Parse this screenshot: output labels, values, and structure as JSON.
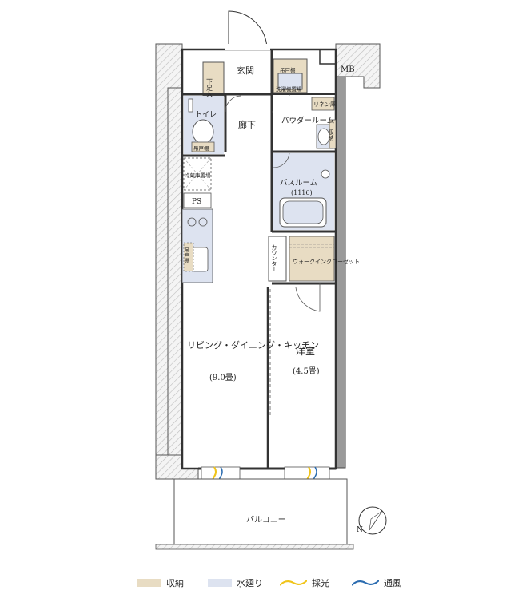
{
  "rooms": {
    "entrance": "玄関",
    "shoe_storage": "下足入",
    "mb": "MB",
    "upper_cabinet": "吊戸棚",
    "washer_pan": "洗濯機置場",
    "linen": "リネン庫",
    "powder_room": "パウダールーム",
    "hallway": "廊下",
    "toilet": "トイレ",
    "fridge_space": "冷蔵庫置場",
    "ps": "PS",
    "bathroom": "バスルーム",
    "bath_size": "(1116)",
    "counter": "カウンター",
    "walk_in_closet": "ウォークインクローゼット",
    "ldk": "リビング・ダイニング・キッチン",
    "ldk_size": "(9.0畳)",
    "western_room": "洋室",
    "western_size": "(4.5畳)",
    "balcony": "バルコニー",
    "storage_side": "収納"
  },
  "compass": {
    "label": "N"
  },
  "legend": [
    {
      "label": "収納",
      "color": "#e8dcc3",
      "kind": "swatch"
    },
    {
      "label": "水廻り",
      "color": "#dde3f0",
      "kind": "swatch"
    },
    {
      "label": "採光",
      "color": "#f0c419",
      "kind": "wave"
    },
    {
      "label": "通風",
      "color": "#2b6cb0",
      "kind": "wave"
    }
  ]
}
